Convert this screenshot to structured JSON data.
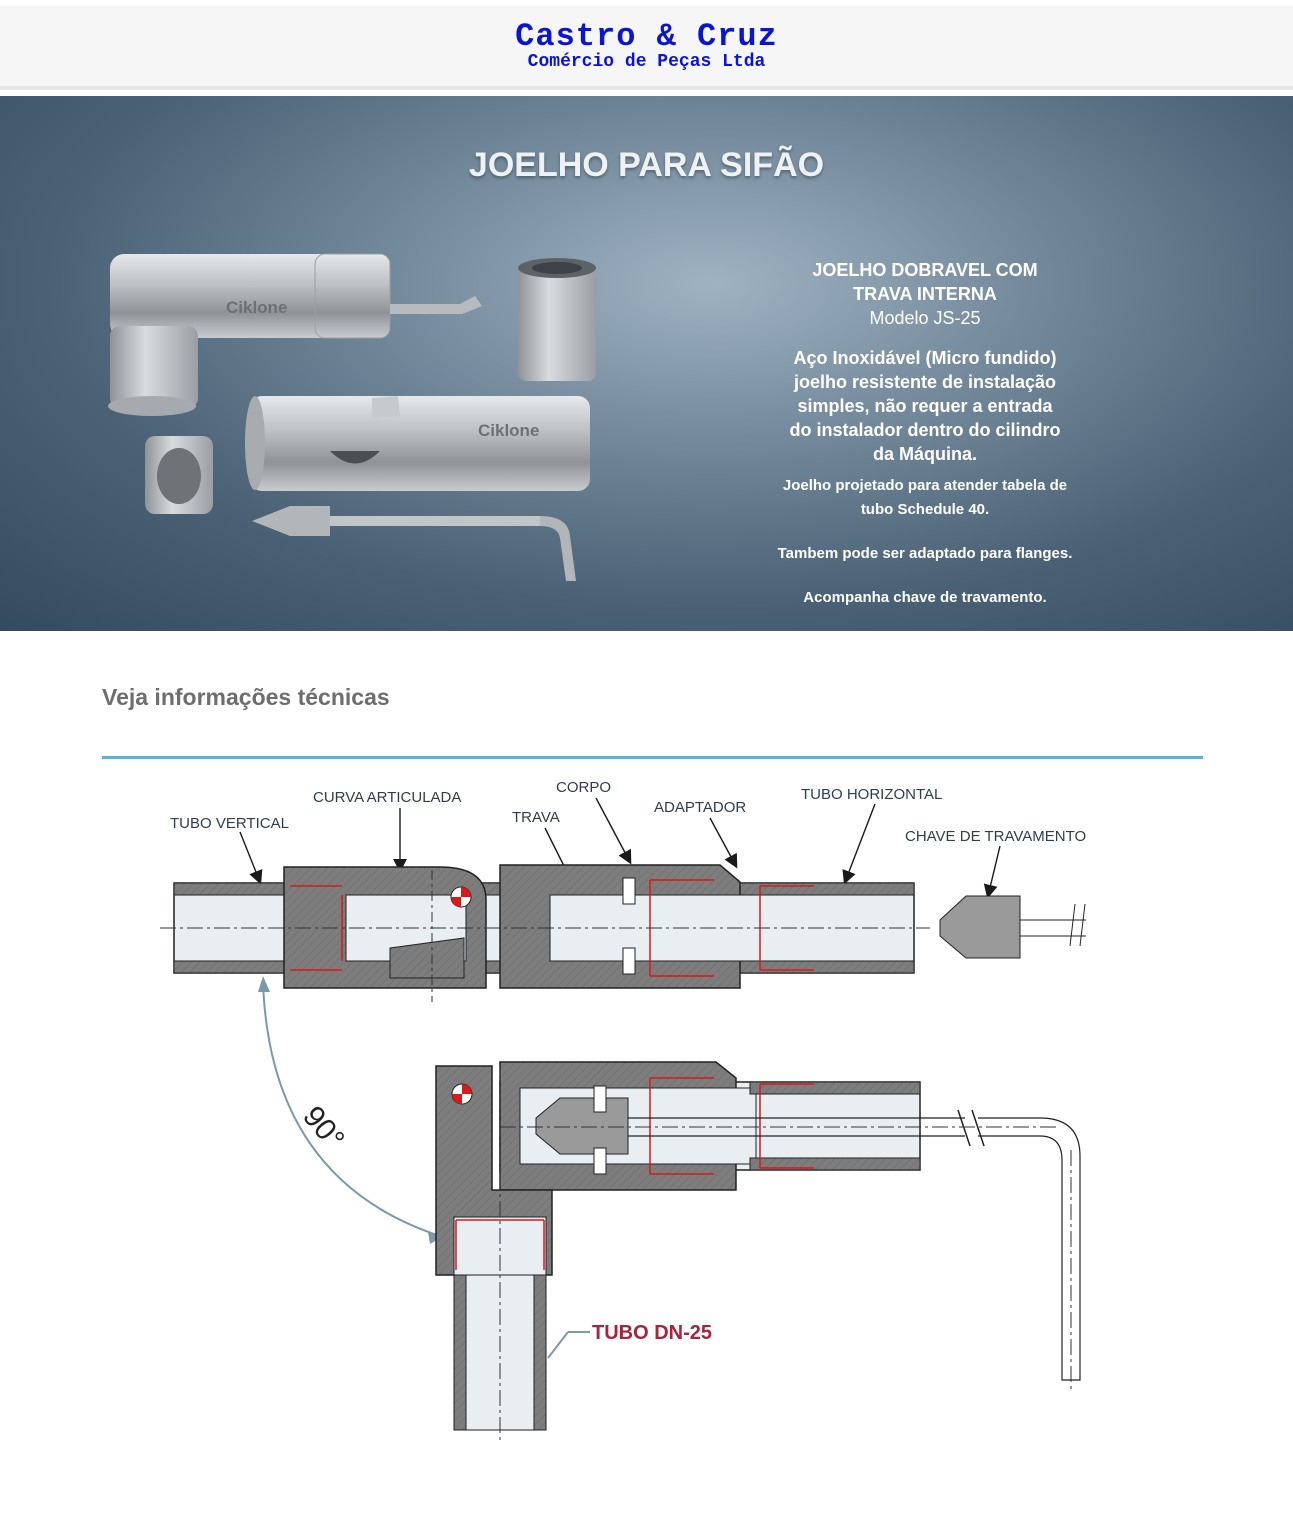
{
  "header": {
    "brand": "Castro & Cruz",
    "tagline": "Comércio de Peças Ltda"
  },
  "hero": {
    "title": "JOELHO PARA SIFÃO",
    "product_brand_text": "Ciklone",
    "product_heading_1": "JOELHO DOBRAVEL COM",
    "product_heading_2": "TRAVA INTERNA",
    "product_model": "Modelo JS-25",
    "desc_1": "Aço Inoxidável (Micro fundido)",
    "desc_2": "joelho resistente de instalação",
    "desc_3": "simples, não requer a entrada",
    "desc_4": "do instalador dentro do cilindro",
    "desc_5": "da Máquina.",
    "note_1": "Joelho projetado para atender tabela de",
    "note_2": "tubo Schedule 40.",
    "note_3": "Tambem pode ser adaptado para flanges.",
    "note_4": "Acompanha chave de travamento."
  },
  "tech": {
    "section_title": "Veja informações técnicas"
  },
  "diagram": {
    "labels": {
      "tubo_vertical": "TUBO VERTICAL",
      "curva_articulada": "CURVA ARTICULADA",
      "corpo": "CORPO",
      "trava": "TRAVA",
      "adaptador": "ADAPTADOR",
      "tubo_horizontal": "TUBO HORIZONTAL",
      "chave": "CHAVE DE TRAVAMENTO",
      "angle": "90°",
      "tubo_dn": "TUBO DN-25"
    },
    "colors": {
      "steel": "#7d7d7d",
      "outline": "#222222",
      "red": "#d81a1a",
      "arrow": "#7a9aaa",
      "dn_label": "#a8243c"
    }
  }
}
